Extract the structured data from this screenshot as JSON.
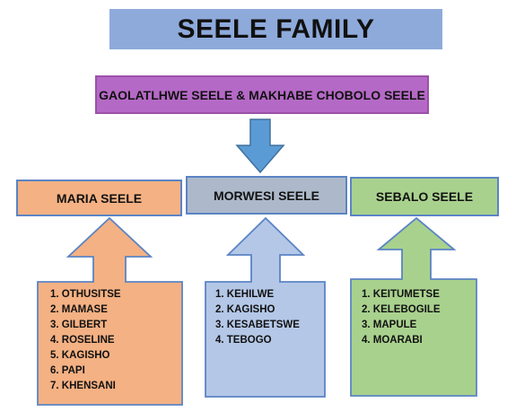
{
  "title": "SEELE FAMILY",
  "parents": "GAOLATLHWE SEELE & MAKHABE CHOBOLO SEELE",
  "children": [
    {
      "name": "MARIA SEELE",
      "items": [
        "1. OTHUSITSE",
        "2. MAMASE",
        "3. GILBERT",
        "4. ROSELINE",
        "5. KAGISHO",
        "6. PAPI",
        "7. KHENSANI"
      ]
    },
    {
      "name": "MORWESI SEELE",
      "items": [
        "1. KEHILWE",
        "2. KAGISHO",
        "3. KESABETSWE",
        "4. TEBOGO"
      ]
    },
    {
      "name": "SEBALO SEELE",
      "items": [
        "1. KEITUMETSE",
        "2. KELEBOGILE",
        "3. MAPULE",
        "4. MOARABI"
      ]
    }
  ],
  "colors": {
    "title_fill": "#8eaadb",
    "parents_fill": "#b569c6",
    "down_arrow": "#5b9bd5",
    "maria_fill": "#f4b183",
    "morwesi_fill": "#adb9ca",
    "morwesi_arrow": "#b4c7e7",
    "sebalo_fill": "#a9d18e"
  }
}
